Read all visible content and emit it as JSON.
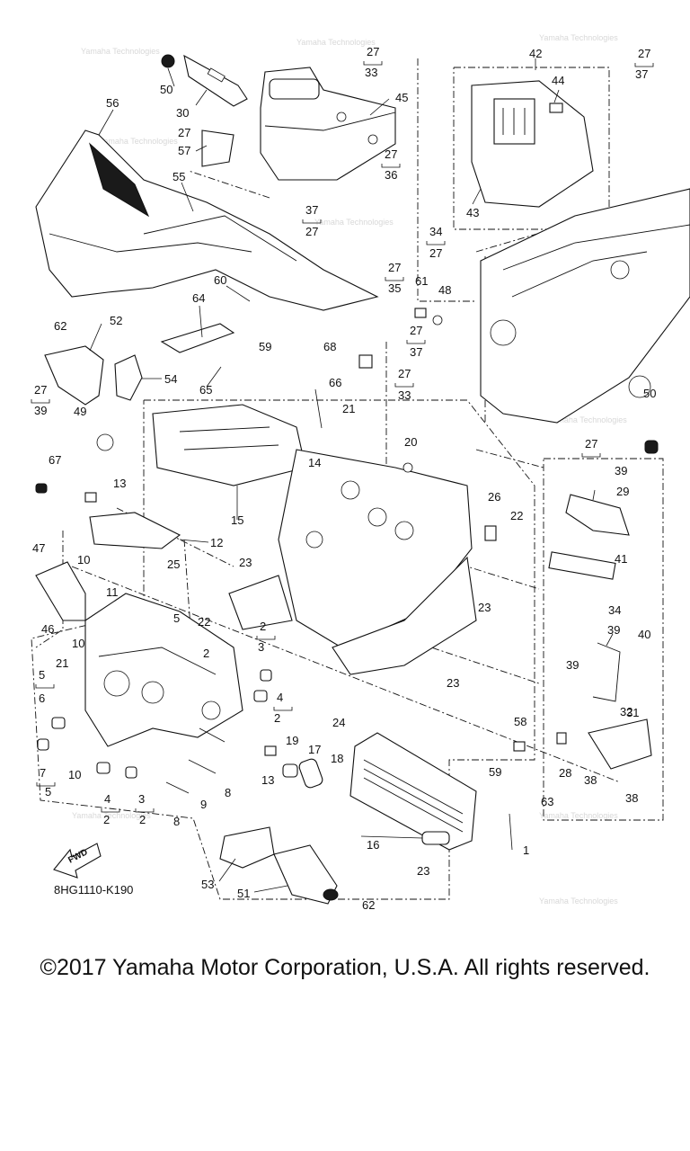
{
  "diagram": {
    "part_code": "8HG1110-K190",
    "fwd_label": "FWD",
    "watermark": "Yamaha Technologies",
    "callouts": [
      {
        "id": "c50a",
        "text": "50"
      },
      {
        "id": "c30",
        "text": "30"
      },
      {
        "id": "c27a",
        "text": "27"
      },
      {
        "id": "c27b",
        "text": "27"
      },
      {
        "id": "c33a",
        "text": "33"
      },
      {
        "id": "c45",
        "text": "45"
      },
      {
        "id": "c42",
        "text": "42"
      },
      {
        "id": "c27c",
        "text": "27"
      },
      {
        "id": "c37a",
        "text": "37"
      },
      {
        "id": "c44",
        "text": "44"
      },
      {
        "id": "c56",
        "text": "56"
      },
      {
        "id": "c57",
        "text": "57"
      },
      {
        "id": "c55",
        "text": "55"
      },
      {
        "id": "c27d",
        "text": "27"
      },
      {
        "id": "c36",
        "text": "36"
      },
      {
        "id": "c37b",
        "text": "37"
      },
      {
        "id": "c27e",
        "text": "27"
      },
      {
        "id": "c43",
        "text": "43"
      },
      {
        "id": "c34a",
        "text": "34"
      },
      {
        "id": "c27f",
        "text": "27"
      },
      {
        "id": "c60",
        "text": "60"
      },
      {
        "id": "c27g",
        "text": "27"
      },
      {
        "id": "c35",
        "text": "35"
      },
      {
        "id": "c61",
        "text": "61"
      },
      {
        "id": "c48",
        "text": "48"
      },
      {
        "id": "c64",
        "text": "64"
      },
      {
        "id": "c62a",
        "text": "62"
      },
      {
        "id": "c52",
        "text": "52"
      },
      {
        "id": "c59a",
        "text": "59"
      },
      {
        "id": "c68",
        "text": "68"
      },
      {
        "id": "c27h",
        "text": "27"
      },
      {
        "id": "c37c",
        "text": "37"
      },
      {
        "id": "c54",
        "text": "54"
      },
      {
        "id": "c65",
        "text": "65"
      },
      {
        "id": "c66",
        "text": "66"
      },
      {
        "id": "c27i",
        "text": "27"
      },
      {
        "id": "c33b",
        "text": "33"
      },
      {
        "id": "c27j",
        "text": "27"
      },
      {
        "id": "c39a",
        "text": "39"
      },
      {
        "id": "c21a",
        "text": "21"
      },
      {
        "id": "c49",
        "text": "49"
      },
      {
        "id": "c14",
        "text": "14"
      },
      {
        "id": "c20",
        "text": "20"
      },
      {
        "id": "c50b",
        "text": "50"
      },
      {
        "id": "c27k",
        "text": "27"
      },
      {
        "id": "c67",
        "text": "67"
      },
      {
        "id": "c39b",
        "text": "39"
      },
      {
        "id": "c29",
        "text": "29"
      },
      {
        "id": "c13a",
        "text": "13"
      },
      {
        "id": "c15",
        "text": "15"
      },
      {
        "id": "c26",
        "text": "26"
      },
      {
        "id": "c22a",
        "text": "22"
      },
      {
        "id": "c12",
        "text": "12"
      },
      {
        "id": "c47",
        "text": "47"
      },
      {
        "id": "c10a",
        "text": "10"
      },
      {
        "id": "c41",
        "text": "41"
      },
      {
        "id": "c11",
        "text": "11"
      },
      {
        "id": "c25",
        "text": "25"
      },
      {
        "id": "c23a",
        "text": "23"
      },
      {
        "id": "c46",
        "text": "46"
      },
      {
        "id": "c22b",
        "text": "22"
      },
      {
        "id": "c23b",
        "text": "23"
      },
      {
        "id": "c34b",
        "text": "34"
      },
      {
        "id": "c5a",
        "text": "5"
      },
      {
        "id": "c39c",
        "text": "39"
      },
      {
        "id": "c2a",
        "text": "2"
      },
      {
        "id": "c3a",
        "text": "3"
      },
      {
        "id": "c40",
        "text": "40"
      },
      {
        "id": "c10b",
        "text": "10"
      },
      {
        "id": "c21b",
        "text": "21"
      },
      {
        "id": "c2b",
        "text": "2"
      },
      {
        "id": "c5b",
        "text": "5"
      },
      {
        "id": "c6",
        "text": "6"
      },
      {
        "id": "c23c",
        "text": "23"
      },
      {
        "id": "c39d",
        "text": "39"
      },
      {
        "id": "c4a",
        "text": "4"
      },
      {
        "id": "c2c",
        "text": "2"
      },
      {
        "id": "c24",
        "text": "24"
      },
      {
        "id": "c31",
        "text": "31"
      },
      {
        "id": "c32",
        "text": "32"
      },
      {
        "id": "c19",
        "text": "19"
      },
      {
        "id": "c17",
        "text": "17"
      },
      {
        "id": "c18",
        "text": "18"
      },
      {
        "id": "c58",
        "text": "58"
      },
      {
        "id": "c59b",
        "text": "59"
      },
      {
        "id": "c28",
        "text": "28"
      },
      {
        "id": "c38a",
        "text": "38"
      },
      {
        "id": "c7",
        "text": "7"
      },
      {
        "id": "c10c",
        "text": "10"
      },
      {
        "id": "c8a",
        "text": "8"
      },
      {
        "id": "c13b",
        "text": "13"
      },
      {
        "id": "c9",
        "text": "9"
      },
      {
        "id": "c5c",
        "text": "5"
      },
      {
        "id": "c63",
        "text": "63"
      },
      {
        "id": "c38b",
        "text": "38"
      },
      {
        "id": "c4b",
        "text": "4"
      },
      {
        "id": "c3b",
        "text": "3"
      },
      {
        "id": "c2d",
        "text": "2"
      },
      {
        "id": "c2e",
        "text": "2"
      },
      {
        "id": "c8b",
        "text": "8"
      },
      {
        "id": "c16",
        "text": "16"
      },
      {
        "id": "c1",
        "text": "1"
      },
      {
        "id": "c53",
        "text": "53"
      },
      {
        "id": "c23d",
        "text": "23"
      },
      {
        "id": "c51",
        "text": "51"
      },
      {
        "id": "c62b",
        "text": "62"
      }
    ]
  },
  "footer": {
    "copyright": "©2017 Yamaha Motor Corporation, U.S.A. All rights reserved."
  }
}
